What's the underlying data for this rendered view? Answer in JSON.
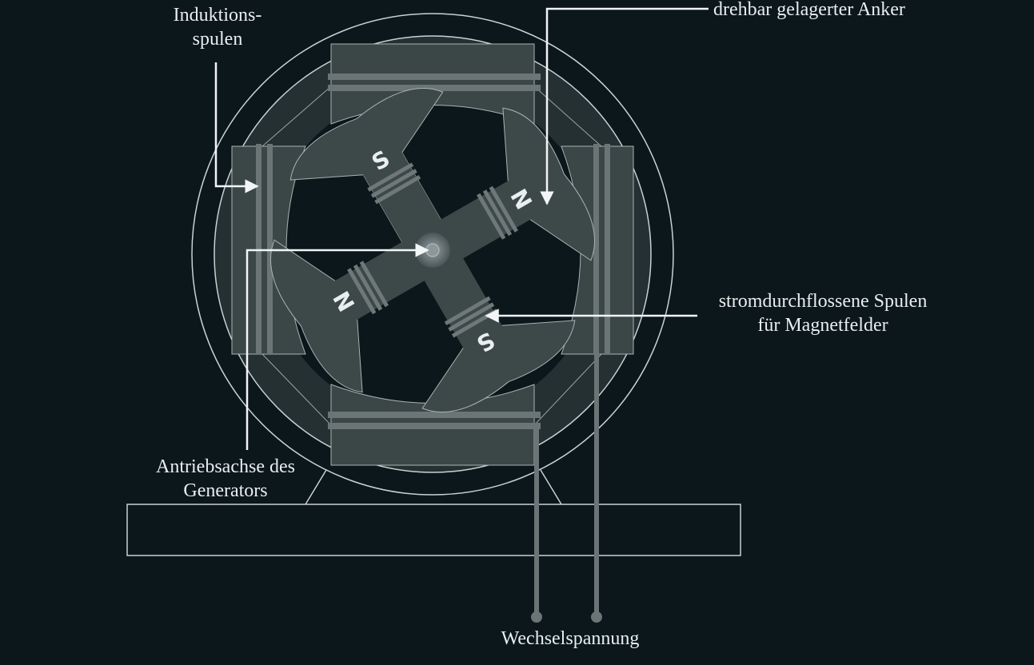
{
  "labels": {
    "induction_coils_line1": "Induktions-",
    "induction_coils_line2": "spulen",
    "rotor": "drehbar gelagerter Anker",
    "field_coils_line1": "stromdurchflossene Spulen",
    "field_coils_line2": "für Magnetfelder",
    "drive_shaft_line1": "Antriebsachse des",
    "drive_shaft_line2": "Generators",
    "ac_voltage": "Wechselspannung"
  },
  "poles": {
    "top": "S",
    "right": "N",
    "bottom": "S",
    "left": "N"
  },
  "colors": {
    "background": "#0b171b",
    "outline": "#c9d1d4",
    "metal": "#6b7576",
    "arrow": "#f2f5f6",
    "text": "#e9eef0"
  }
}
